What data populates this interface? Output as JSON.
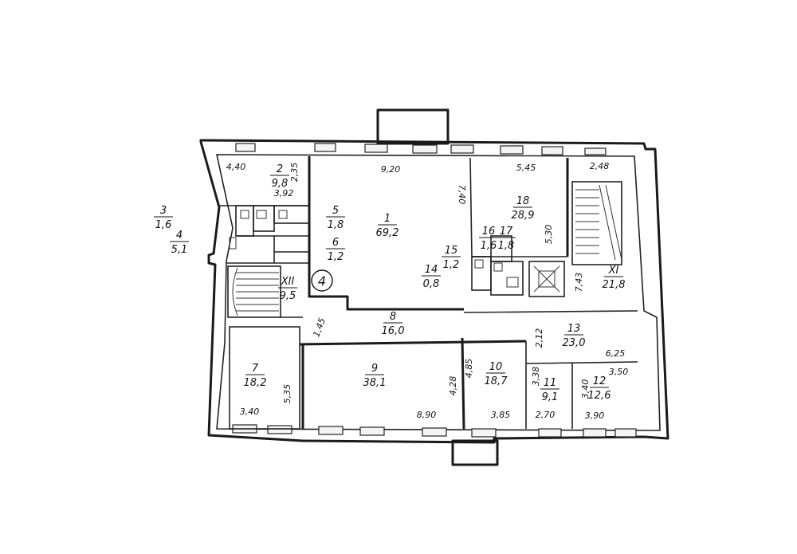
{
  "plan_label": "4",
  "rooms": [
    {
      "id": "r1",
      "number": "1",
      "area": "69,2"
    },
    {
      "id": "r2",
      "number": "2",
      "area": "9,8"
    },
    {
      "id": "r3",
      "number": "3",
      "area": "1,6"
    },
    {
      "id": "r4",
      "number": "4",
      "area": "5,1"
    },
    {
      "id": "r5",
      "number": "5",
      "area": "1,8"
    },
    {
      "id": "r6",
      "number": "6",
      "area": "1,2"
    },
    {
      "id": "r7",
      "number": "7",
      "area": "18,2"
    },
    {
      "id": "r8",
      "number": "8",
      "area": "16,0"
    },
    {
      "id": "r9",
      "number": "9",
      "area": "38,1"
    },
    {
      "id": "r10",
      "number": "10",
      "area": "18,7"
    },
    {
      "id": "r11",
      "number": "11",
      "area": "9,1"
    },
    {
      "id": "r12",
      "number": "12",
      "area": "12,6"
    },
    {
      "id": "r13",
      "number": "13",
      "area": "23,0"
    },
    {
      "id": "r14",
      "number": "14",
      "area": "0,8"
    },
    {
      "id": "r15",
      "number": "15",
      "area": "1,2"
    },
    {
      "id": "r16",
      "number": "16",
      "area": "1,6"
    },
    {
      "id": "r17",
      "number": "17",
      "area": "1,8"
    },
    {
      "id": "r18",
      "number": "18",
      "area": "28,9"
    },
    {
      "id": "rXII",
      "number": "XII",
      "area": "9,5"
    },
    {
      "id": "rXI",
      "number": "XI",
      "area": "21,8"
    }
  ],
  "dimensions": [
    {
      "id": "d1",
      "text": "4,40"
    },
    {
      "id": "d2",
      "text": "2,35"
    },
    {
      "id": "d3",
      "text": "3,92"
    },
    {
      "id": "d4",
      "text": "9,20"
    },
    {
      "id": "d5",
      "text": "7,40"
    },
    {
      "id": "d6",
      "text": "5,45"
    },
    {
      "id": "d7",
      "text": "5,30"
    },
    {
      "id": "d8",
      "text": "2,48"
    },
    {
      "id": "d9",
      "text": "7,43"
    },
    {
      "id": "d10",
      "text": "1,45"
    },
    {
      "id": "d11",
      "text": "2,12"
    },
    {
      "id": "d12",
      "text": "6,25"
    },
    {
      "id": "d13",
      "text": "3,50"
    },
    {
      "id": "d14",
      "text": "3,40"
    },
    {
      "id": "d15",
      "text": "3,38"
    },
    {
      "id": "d16",
      "text": "4,85"
    },
    {
      "id": "d17",
      "text": "4,28"
    },
    {
      "id": "d18",
      "text": "5,35"
    },
    {
      "id": "d19",
      "text": "3,40"
    },
    {
      "id": "d20",
      "text": "8,90"
    },
    {
      "id": "d21",
      "text": "3,85"
    },
    {
      "id": "d22",
      "text": "2,70"
    },
    {
      "id": "d23",
      "text": "3,90"
    }
  ]
}
